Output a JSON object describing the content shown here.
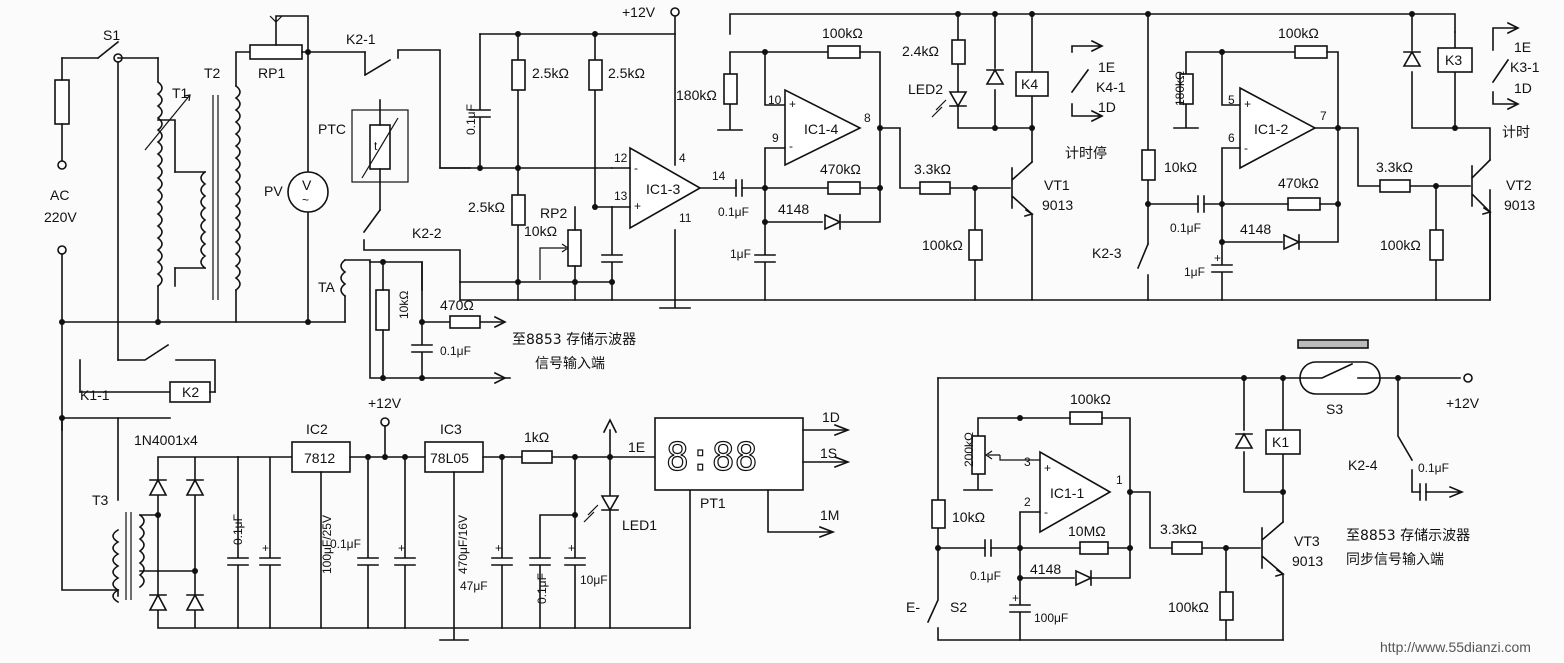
{
  "labels": {
    "s1": "S1",
    "t1": "T1",
    "t2": "T2",
    "t3": "T3",
    "rp1": "RP1",
    "pv": "PV",
    "v": "V",
    "ac": "AC",
    "ac_v": "220V",
    "ptc": "PTC",
    "ptc_t": "t",
    "ta": "TA",
    "k2_1": "K2-1",
    "k2_2": "K2-2",
    "k2_3": "K2-3",
    "k2_4": "K2-4",
    "k1_1": "K1-1",
    "k1": "K1",
    "k2": "K2",
    "k3": "K3",
    "k4": "K4",
    "k4_1": "K4-1",
    "k3_1": "K3-1",
    "e1": "1E",
    "d1": "1D",
    "e1b": "1E",
    "d1b": "1D",
    "e1c": "1E",
    "d1c": "1D",
    "s1_out": "1S",
    "m1": "1M",
    "timing_stop": "计时停",
    "timing": "计时",
    "plus12_top": "+12V",
    "plus12_mid": "+12V",
    "plus12_right": "+12V",
    "ic1_3": "IC1-3",
    "ic1_4": "IC1-4",
    "ic1_2": "IC1-2",
    "ic1_1": "IC1-1",
    "ic2": "IC2",
    "ic2_part": "7812",
    "ic3": "IC3",
    "ic3_part": "78L05",
    "pin12": "12",
    "pin13": "13",
    "pin4": "4",
    "pin11": "11",
    "pin14": "14",
    "pin10": "10",
    "pin9": "9",
    "pin8": "8",
    "pin5": "5",
    "pin6": "6",
    "pin7": "7",
    "pin3": "3",
    "pin2": "2",
    "pin1": "1",
    "plus_sign": "+",
    "minus_sign": "-",
    "r_100k_a": "100kΩ",
    "r_180k_a": "180kΩ",
    "r_470k_a": "470kΩ",
    "r_24k": "2.4kΩ",
    "r_33k_a": "3.3kΩ",
    "r_100k_b": "100kΩ",
    "r_25k_a": "2.5kΩ",
    "r_25k_b": "2.5kΩ",
    "r_25k_c": "2.5kΩ",
    "rp2": "RP2",
    "rp2_val": "10kΩ",
    "c_01_a": "0.1μF",
    "c_01_b": "0.1μF",
    "c_1u_a": "1μF",
    "d_4148_a": "4148",
    "led2": "LED2",
    "vt1": "VT1",
    "vt1_part": "9013",
    "r_100k_c": "100kΩ",
    "r_180k_b": "180kΩ",
    "r_10k_a": "10kΩ",
    "c_01_c": "0.1μF",
    "d_4148_b": "4148",
    "r_470k_b": "470kΩ",
    "c_1u_b": "1μF",
    "r_33k_b": "3.3kΩ",
    "r_100k_d": "100kΩ",
    "vt2": "VT2",
    "vt2_part": "9013",
    "r_10k_b": "10kΩ",
    "r_470_a": "470Ω",
    "c_01_d": "0.1μF",
    "to_scope_1": "至8853 存储示波器",
    "to_scope_1b": "信号输入端",
    "diodes": "1N4001x4",
    "c_01_e": "0.1μF",
    "c_100u": "100μF/25V",
    "c_01_f": "0.1μF",
    "c_470u": "470μF/16V",
    "r_1k": "1kΩ",
    "c_47u": "47μF",
    "c_01_g": "0.1μF",
    "c_10u": "10μF",
    "led1": "LED1",
    "pt1": "PT1",
    "display_digits": "8:88",
    "r_200k": "200kΩ",
    "r_100k_e": "100kΩ",
    "r_10k_c": "10kΩ",
    "r_10m": "10MΩ",
    "c_01_h": "0.1μF",
    "d_4148_c": "4148",
    "c_100u_b": "100μF",
    "r_33k_c": "3.3kΩ",
    "r_100k_f": "100kΩ",
    "vt3": "VT3",
    "vt3_part": "9013",
    "e_s2": "E-",
    "s2": "S2",
    "s3": "S3",
    "c_01_i": "0.1μF",
    "to_scope_2": "至8853 存储示波器",
    "to_scope_2b": "同步信号输入端",
    "watermark": "http://www.55dianzi.com"
  }
}
